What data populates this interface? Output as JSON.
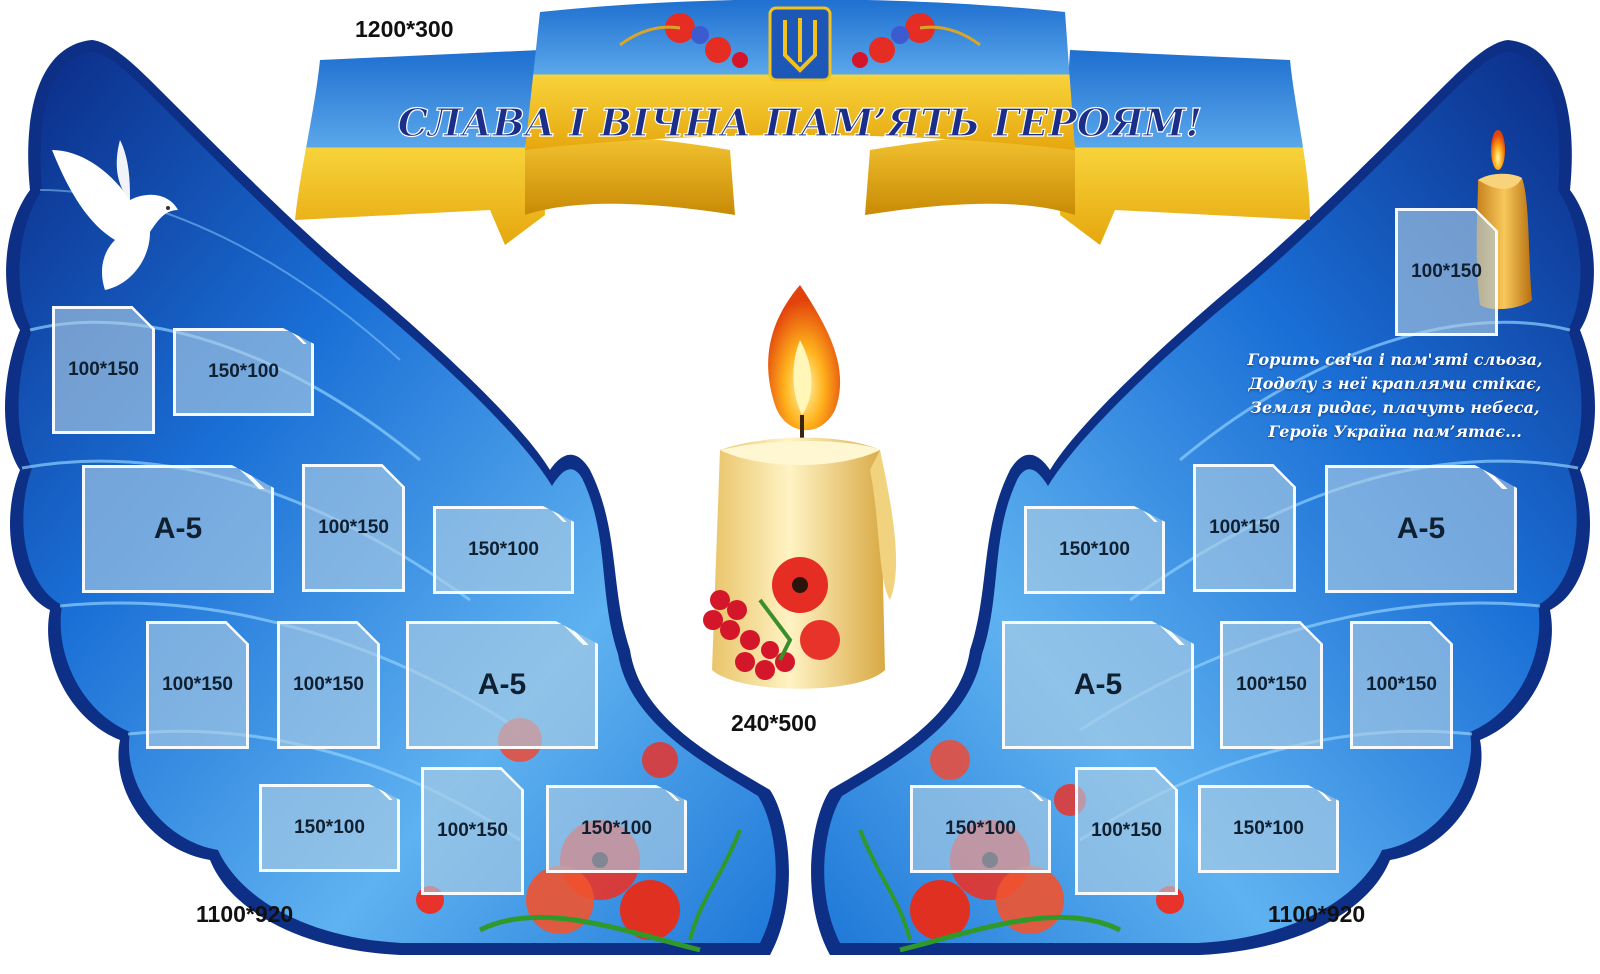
{
  "banner": {
    "size": "1200*300",
    "title": "СЛАВА І ВІЧНА ПАМ’ЯТЬ ГЕРОЯМ!"
  },
  "candle": {
    "size": "240*500"
  },
  "left_wing": {
    "size": "1100*920",
    "pockets": [
      "100*150",
      "150*100",
      "А-5",
      "100*150",
      "150*100",
      "100*150",
      "100*150",
      "А-5",
      "150*100",
      "100*150",
      "150*100"
    ]
  },
  "right_wing": {
    "size": "1100*920",
    "pockets": [
      "100*150",
      "150*100",
      "100*150",
      "А-5",
      "А-5",
      "100*150",
      "100*150",
      "150*100",
      "100*150",
      "150*100"
    ],
    "poem": [
      "Горить свіча і пам'яті сльоза,",
      "Додолу з неї краплями стікає,",
      "Земля ридає, плачуть небеса,",
      "Героїв Україна пам’ятає..."
    ]
  },
  "colors": {
    "wing_blue": "#1a6fd1",
    "wing_dark": "#0d2f86",
    "flag_blue": "#1d6fc8",
    "flag_yellow": "#f4c21b",
    "poppy_red": "#e8332a"
  }
}
